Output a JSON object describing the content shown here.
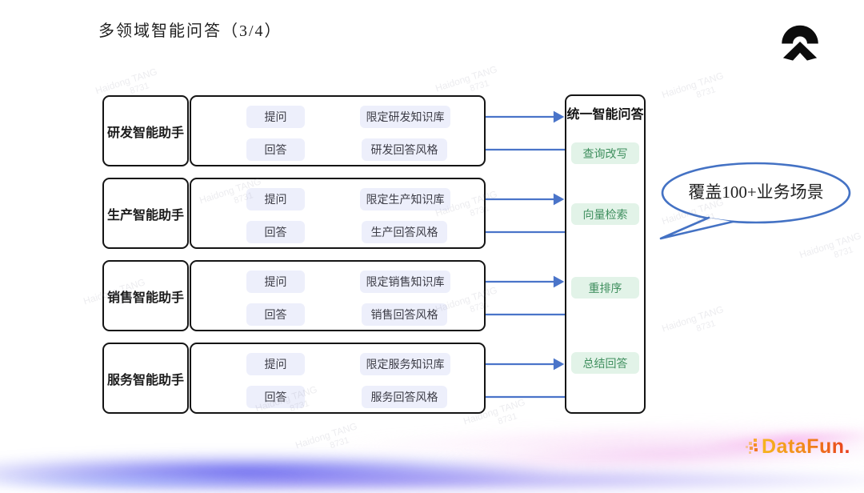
{
  "slide": {
    "title": "多领域智能问答（3/4）"
  },
  "rows": [
    {
      "label": "研发智能助手",
      "ask": "提问",
      "kb": "限定研发知识库",
      "answer": "回答",
      "style": "研发回答风格"
    },
    {
      "label": "生产智能助手",
      "ask": "提问",
      "kb": "限定生产知识库",
      "answer": "回答",
      "style": "生产回答风格"
    },
    {
      "label": "销售智能助手",
      "ask": "提问",
      "kb": "限定销售知识库",
      "answer": "回答",
      "style": "销售回答风格"
    },
    {
      "label": "服务智能助手",
      "ask": "提问",
      "kb": "限定服务知识库",
      "answer": "回答",
      "style": "服务回答风格"
    }
  ],
  "pipeline": {
    "title": "统一智能问答",
    "steps": [
      "查询改写",
      "向量检索",
      "重排序",
      "总结回答"
    ]
  },
  "bubble": {
    "text": "覆盖100+业务场景"
  },
  "watermark": {
    "line1": "Haidong TANG",
    "line2": "8731"
  },
  "footer": {
    "brand": "DataFun."
  },
  "icons": {
    "nio": "nio-logo",
    "datafun_mark": "datafun-dots-icon"
  },
  "colors": {
    "arrow_blue": "#4a74c9",
    "arrow_green": "#3da263",
    "bubble_blue": "#4472c4",
    "chip_lavender": "#edeffb",
    "chip_green": "#e2f3e8",
    "border_black": "#141414"
  }
}
